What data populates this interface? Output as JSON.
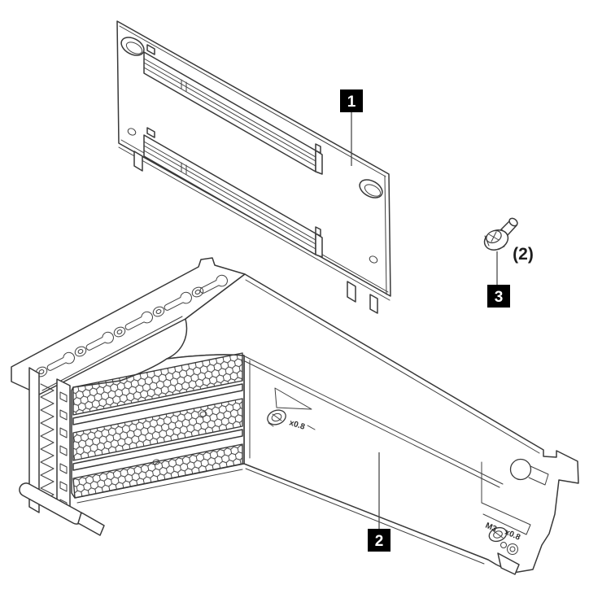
{
  "figure": {
    "type": "exploded-parts-diagram",
    "background": "#ffffff",
    "line_color": "#383838",
    "callout_box_color": "#000000",
    "callout_text_color": "#ffffff",
    "callouts": [
      {
        "label": "1"
      },
      {
        "label": "2"
      },
      {
        "label": "3"
      }
    ],
    "labels": {
      "screw_quantity": "(2)",
      "thread_size": "M3",
      "thread_pitch": "x0.8",
      "thread_pitch_left": "x0.8"
    }
  }
}
